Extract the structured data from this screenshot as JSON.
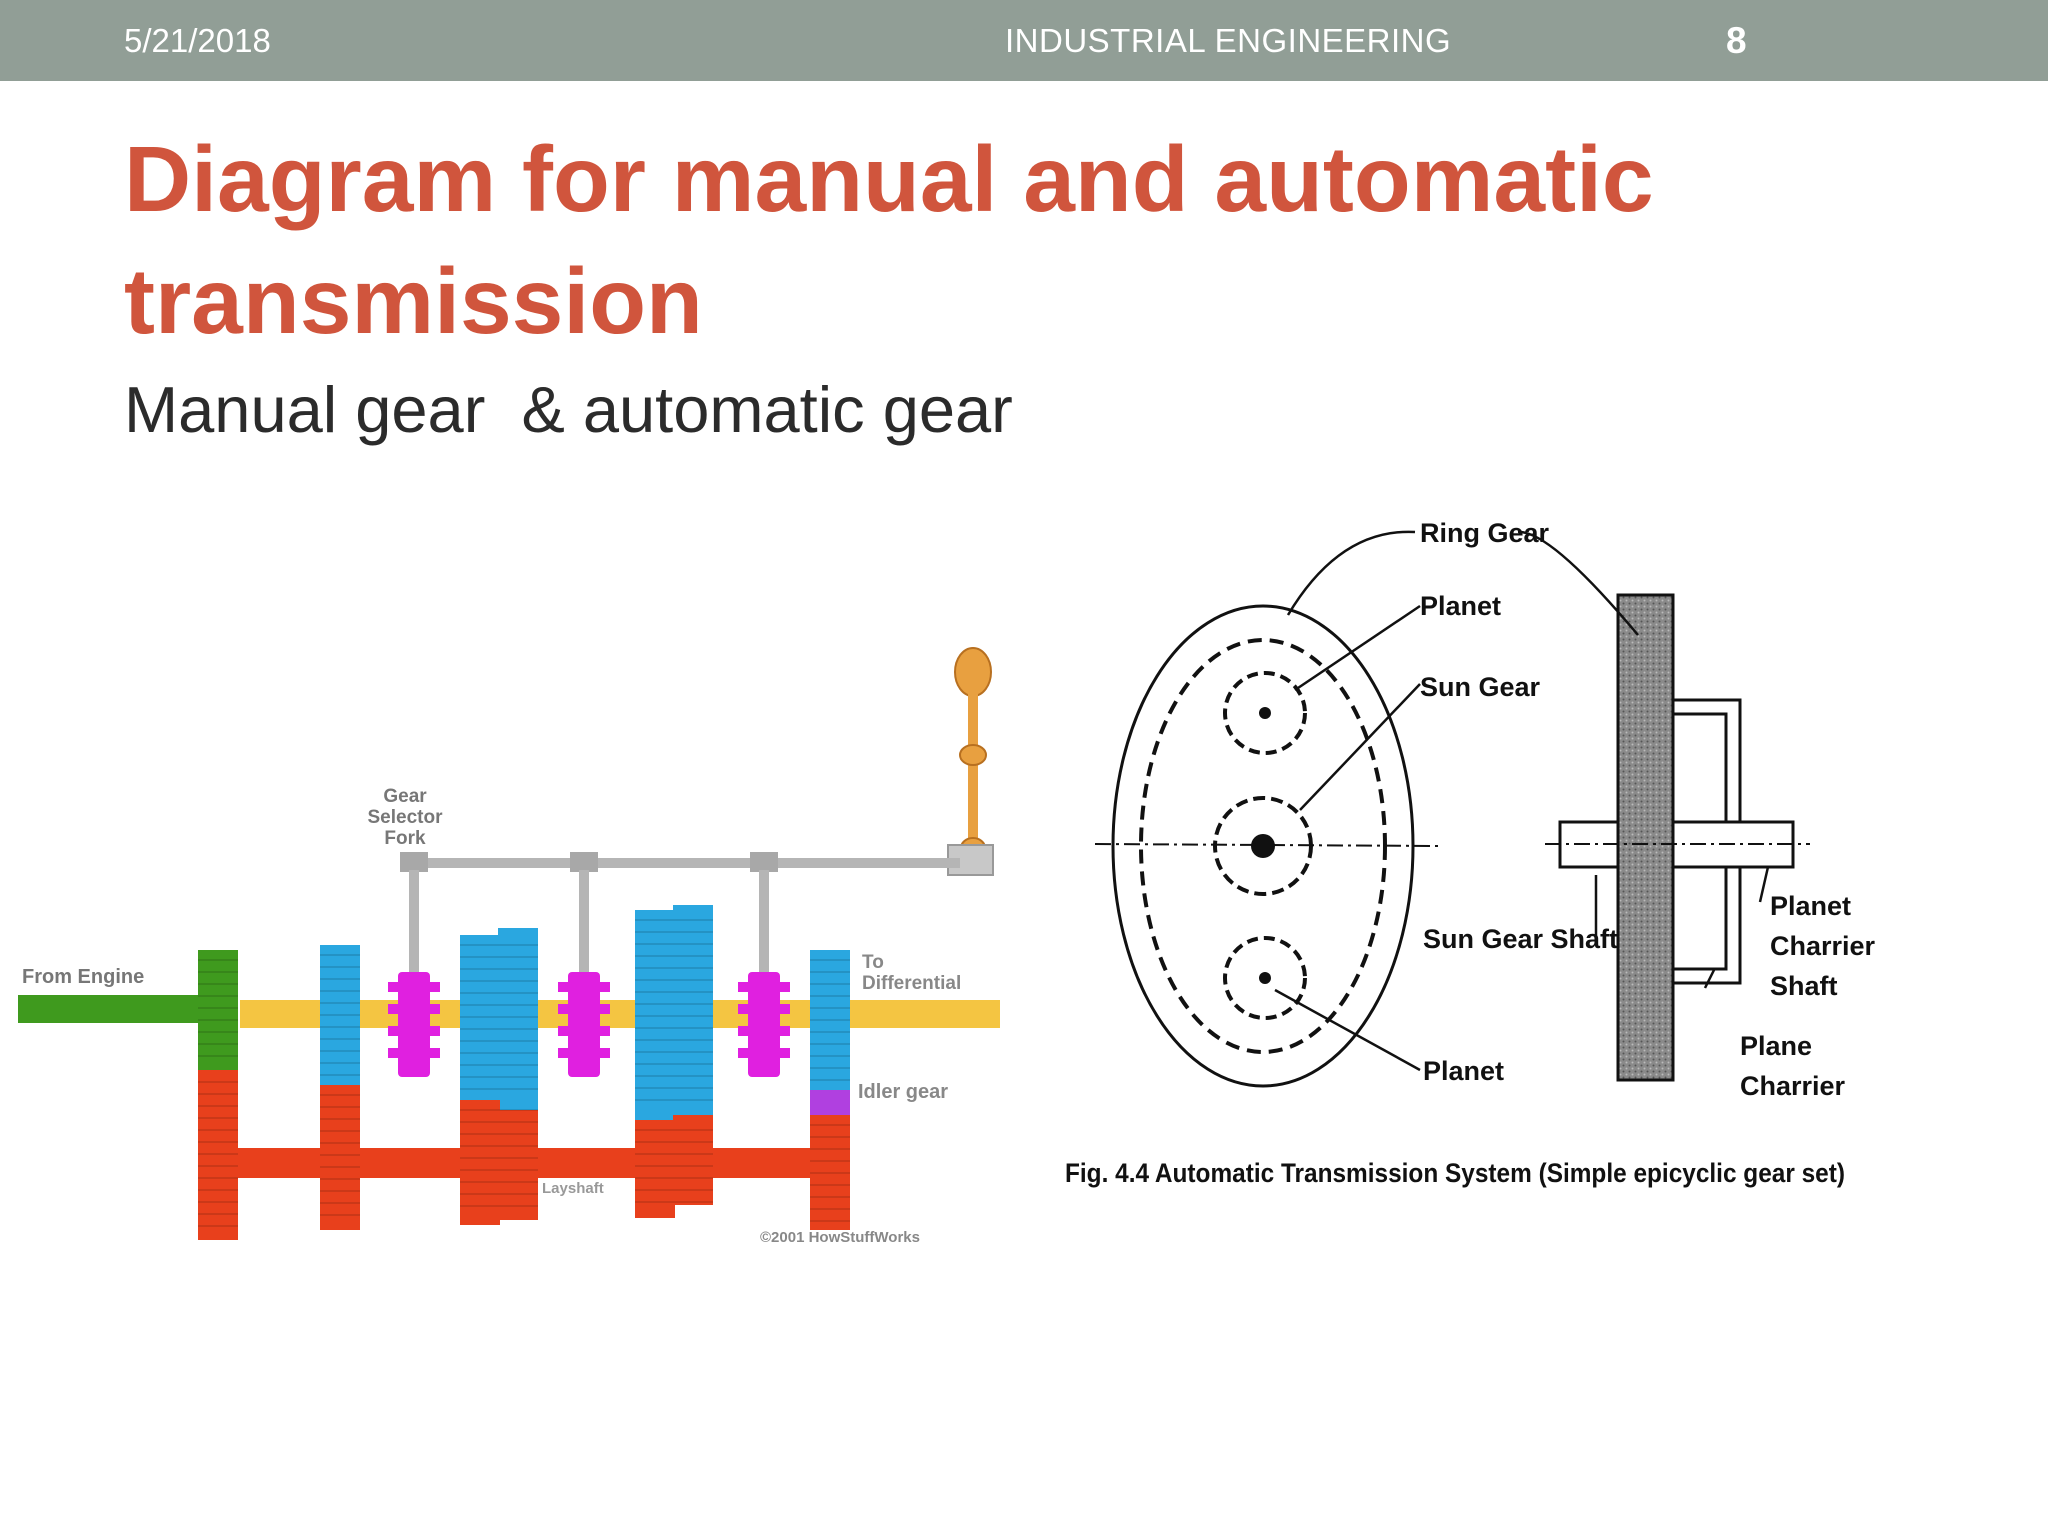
{
  "header": {
    "date": "5/21/2018",
    "center_text": "INDUSTRIAL ENGINEERING",
    "page_number": "8"
  },
  "slide": {
    "title": "Diagram for manual and automatic transmission",
    "subtitle": "Manual gear  & automatic gear"
  },
  "manual_diagram": {
    "labels": {
      "from_engine": "From Engine",
      "gear_selector_fork": [
        "Gear",
        "Selector",
        "Fork"
      ],
      "to_differential": [
        "To",
        "Differential"
      ],
      "idler_gear": "Idler gear",
      "layshaft": "Layshaft",
      "copyright": "©2001 HowStuffWorks"
    },
    "colors": {
      "input_shaft": "#3f9a1e",
      "output_shaft": "#f4c542",
      "layshaft": "#e8401c",
      "gears_blue": "#2aa7e0",
      "collars": "#e020e0",
      "shift_rod": "#b5b5b5",
      "lever": "#e8a040"
    }
  },
  "automatic_diagram": {
    "labels": {
      "ring_gear": "Ring Gear",
      "planet_top": "Planet",
      "sun_gear": "Sun Gear",
      "sun_gear_shaft": "Sun Gear Shaft",
      "planet_bottom": "Planet",
      "planet_charrier_shaft": [
        "Planet",
        "Charrier",
        "Shaft"
      ],
      "plane_charrier": [
        "Plane",
        "Charrier"
      ]
    },
    "caption": "Fig. 4.4 Automatic Transmission System (Simple epicyclic gear set)"
  }
}
